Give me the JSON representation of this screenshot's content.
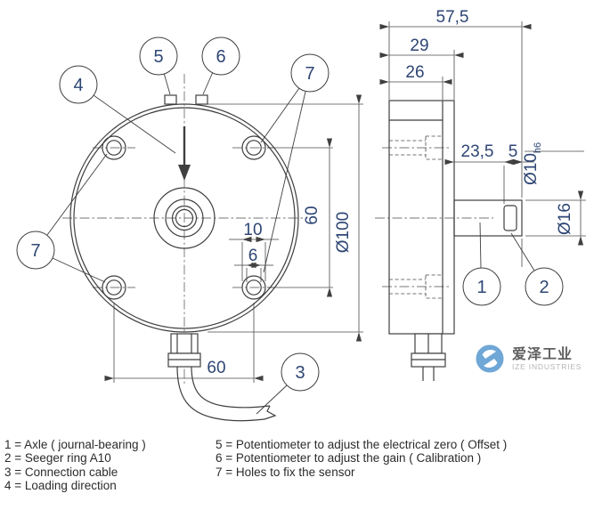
{
  "drawing": {
    "callouts": {
      "1": "1",
      "2": "2",
      "3": "3",
      "4": "4",
      "5": "5",
      "6": "6",
      "7": "7"
    },
    "dims": {
      "front_bolt_spacing_vertical": "60",
      "front_outer_diameter": "Ø100",
      "front_counterbore": "10",
      "front_hole": "6",
      "front_bolt_spacing_horizontal": "60",
      "side_overall_depth": "57,5",
      "side_depth_with_cover": "29",
      "side_body_depth": "26",
      "side_axle_length": "23,5",
      "side_axle_tip": "5",
      "side_axle_diameter": "Ø10",
      "side_axle_tolerance": "h6",
      "side_collar_diameter": "Ø16"
    }
  },
  "legend": {
    "left": [
      "1 = Axle ( journal-bearing )",
      "2 = Seeger ring A10",
      "3 = Connection cable",
      "4 = Loading direction"
    ],
    "right": [
      "5 = Potentiometer to adjust the electrical zero ( Offset )",
      "6 = Potentiometer to adjust the gain ( Calibration )",
      "7 = Holes to fix the sensor"
    ]
  },
  "watermark": {
    "cn": "爱泽工业",
    "en": "IZE INDUSTRIES"
  },
  "colors": {
    "line": "#3f3f3f",
    "dimension_text": "#2e4674",
    "legend_text": "#2b2b2b",
    "brand_blue": "#6fa7d6"
  }
}
